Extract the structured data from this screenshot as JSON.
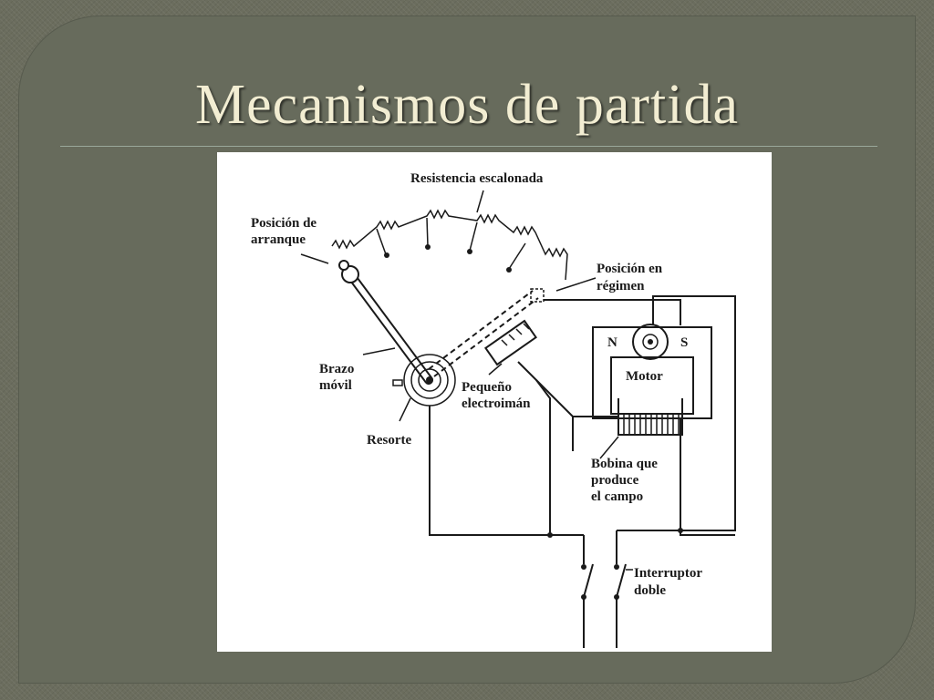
{
  "slide": {
    "title": "Mecanismos de partida",
    "accent_color": "#f2edd2",
    "background_color": "#676b5c"
  },
  "diagram": {
    "labels": {
      "resistencia_escalonada": "Resistencia escalonada",
      "posicion_arranque_1": "Posición de",
      "posicion_arranque_2": "arranque",
      "posicion_regimen_1": "Posición en",
      "posicion_regimen_2": "régimen",
      "brazo_1": "Brazo",
      "brazo_2": "móvil",
      "pequeno_1": "Pequeño",
      "pequeno_2": "electroimán",
      "resorte": "Resorte",
      "motor": "Motor",
      "pole_n": "N",
      "pole_s": "S",
      "bobina_1": "Bobina que",
      "bobina_2": "produce",
      "bobina_3": "el campo",
      "interruptor_1": "Interruptor",
      "interruptor_2": "doble"
    }
  }
}
